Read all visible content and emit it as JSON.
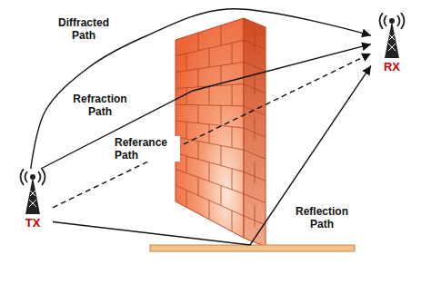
{
  "diagram": {
    "nodes": [
      {
        "text": [
          "TX"
        ]
      },
      {
        "text": [
          "RX"
        ]
      }
    ],
    "edges": [
      {
        "from": 0,
        "to": 1,
        "arrow": "to",
        "label": "Diffracted Path"
      },
      {
        "from": 0,
        "to": 1,
        "arrow": "to",
        "label": "Refraction Path"
      },
      {
        "from": 0,
        "to": 1,
        "arrow": "to",
        "label": "Referance Path"
      },
      {
        "from": 0,
        "to": 1,
        "arrow": "to",
        "label": "Reflection Path"
      }
    ]
  }
}
